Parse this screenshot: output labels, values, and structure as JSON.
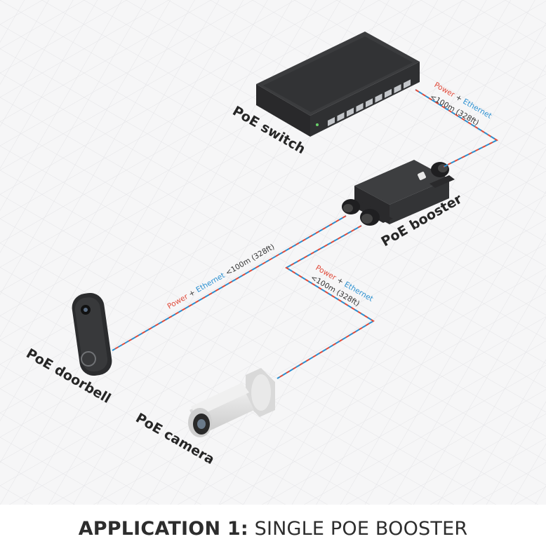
{
  "devices": {
    "switch": "PoE switch",
    "booster": "PoE booster",
    "doorbell": "PoE doorbell",
    "camera": "PoE camera"
  },
  "connections": {
    "switch_booster": {
      "power": "Power",
      "plus": "+",
      "ethernet": "Ethernet",
      "distance": "<100m (328ft)"
    },
    "booster_doorbell": {
      "power": "Power",
      "plus": "+",
      "ethernet": "Ethernet",
      "distance": "<100m (328ft)"
    },
    "booster_camera": {
      "power": "Power",
      "plus": "+",
      "ethernet": "Ethernet",
      "distance": "<100m (328ft)"
    }
  },
  "caption": {
    "bold": "APPLICATION 1:",
    "rest": "SINGLE POE BOOSTER"
  },
  "colors": {
    "power": "#e04a3a",
    "ethernet": "#2a8fd0",
    "background": "#f6f6f7",
    "device": "#3a3b3d"
  }
}
